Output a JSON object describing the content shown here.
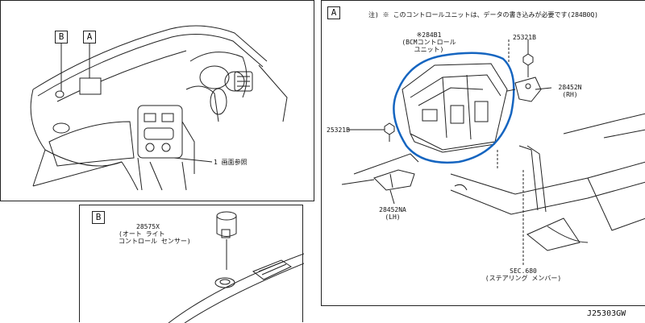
{
  "left_panel": {
    "callout_b": "B",
    "callout_a": "A",
    "reference_note": "1 画面参照"
  },
  "bottom_panel": {
    "box_label": "B",
    "part_number": "28575X",
    "part_name_line1": "(オート ライト",
    "part_name_line2": "コントロール センサー)"
  },
  "right_panel": {
    "box_label": "A",
    "footnote": "注) ※ このコントロールユニットは、データの書き込みが必要です(284B0Q)",
    "bcm_part_number": "※284B1",
    "bcm_name_line1": "(BCMコントロール",
    "bcm_name_line2": "ユニット)",
    "bolt_top": "25321B",
    "bolt_left": "25321B",
    "bracket_rh_number": "28452N",
    "bracket_rh_side": "(RH)",
    "bracket_lh_number": "28452NA",
    "bracket_lh_side": "(LH)",
    "section_ref": "SEC.680",
    "section_name": "(ステアリング メンバー)",
    "highlight_color": "#1565c0"
  },
  "diagram_code": "J25303GW"
}
